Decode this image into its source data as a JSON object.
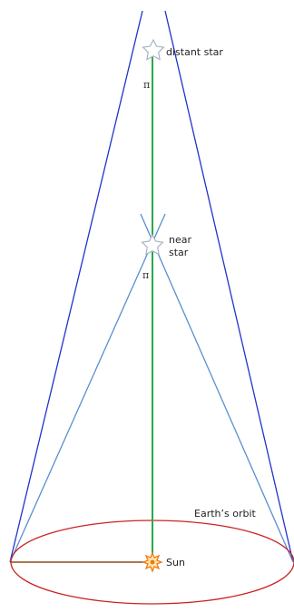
{
  "labels": {
    "distant_star": "distant star",
    "near_star_line1": "near",
    "near_star_line2": "star",
    "earths_orbit": "Earth’s orbit",
    "sun": "Sun",
    "parallax_symbol_distant": "π",
    "parallax_symbol_near": "π"
  },
  "colors": {
    "distant_sightlines": "#2233cc",
    "near_sightlines": "#5b8fd0",
    "sun_star_axis": "#2aa84a",
    "orbit": "#cc2222",
    "orbit_radius": "#8b4a1a",
    "sun": "#f07a1a",
    "star_outline": "#aab4c4"
  },
  "icons": {
    "distant_star": "star-icon",
    "near_star": "star-icon",
    "sun": "sun-icon"
  }
}
